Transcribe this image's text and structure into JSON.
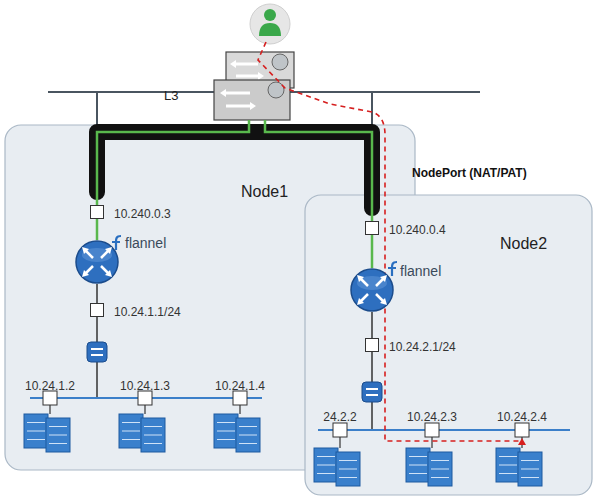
{
  "diagram": {
    "nodes": [
      {
        "text": [
          "L3"
        ]
      },
      {
        "text": [
          "Node1"
        ]
      },
      {
        "text": [
          "10.240.0.3"
        ],
        "in": 1
      },
      {
        "text": [
          "flannel"
        ],
        "in": 1
      },
      {
        "text": [
          "10.24.1.1/24"
        ],
        "in": 1
      },
      {
        "text": [
          "10.24.1.2"
        ],
        "in": 1
      },
      {
        "text": [
          "10.24.1.3"
        ],
        "in": 1
      },
      {
        "text": [
          "10.24.1.4"
        ],
        "in": 1
      },
      {
        "text": [
          "Node2"
        ]
      },
      {
        "text": [
          "10.240.0.4"
        ],
        "in": 8
      },
      {
        "text": [
          "flannel"
        ],
        "in": 8
      },
      {
        "text": [
          "10.24.2.1/24"
        ],
        "in": 8
      },
      {
        "text": [
          "24.2.2"
        ],
        "in": 8
      },
      {
        "text": [
          "10.24.2.3"
        ],
        "in": 8
      },
      {
        "text": [
          "10.24.2.4"
        ],
        "in": 8
      }
    ],
    "edges": [
      {
        "from": 0,
        "to": 2,
        "arrow": "none"
      },
      {
        "from": 2,
        "to": 3,
        "arrow": "none"
      },
      {
        "from": 3,
        "to": 4,
        "arrow": "none"
      },
      {
        "from": 0,
        "to": 9,
        "arrow": "none"
      },
      {
        "from": 9,
        "to": 10,
        "arrow": "none"
      },
      {
        "from": 10,
        "to": 11,
        "arrow": "none"
      }
    ],
    "labels": [
      "NodePort (NAT/PAT)"
    ]
  }
}
